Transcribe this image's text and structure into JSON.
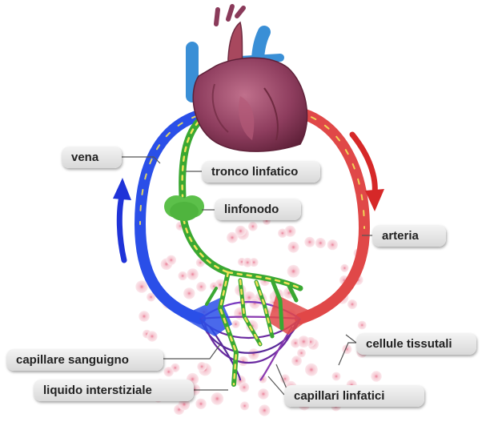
{
  "labels": {
    "vena": "vena",
    "tronco_linfatico": "tronco linfatico",
    "linfonodo": "linfonodo",
    "arteria": "arteria",
    "cellule_tissutali": "cellule tissutali",
    "capillare_sanguigno": "capillare sanguigno",
    "liquido_interstiziale": "liquido interstiziale",
    "capillari_linfatici": "capillari linfatici"
  },
  "colors": {
    "vein": "#2a4fe8",
    "artery": "#e04848",
    "lymph": "#3aa832",
    "lymph_flow": "#f2e25a",
    "capillary_net": "#6a2aa0",
    "heart": "#8a3a5a",
    "great_vessels": "#3a8fd6",
    "cells": "#f1c6cf"
  }
}
